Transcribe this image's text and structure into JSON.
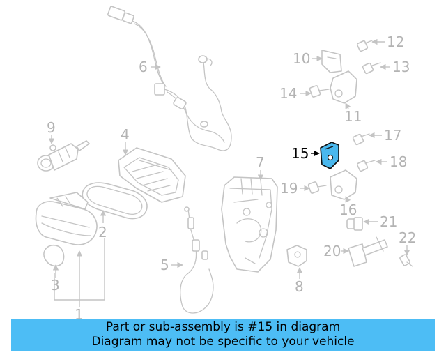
{
  "callouts": {
    "c1": "1",
    "c2": "2",
    "c3": "3",
    "c4": "4",
    "c5": "5",
    "c6": "6",
    "c7": "7",
    "c8": "8",
    "c9": "9",
    "c10": "10",
    "c11": "11",
    "c12": "12",
    "c13": "13",
    "c14": "14",
    "c15": "15",
    "c16": "16",
    "c17": "17",
    "c18": "18",
    "c19": "19",
    "c20": "20",
    "c21": "21",
    "c22": "22"
  },
  "highlighted_part": "15",
  "banner": {
    "line1": "Part or sub-assembly is #15 in diagram",
    "line2": "Diagram may not be specific to your vehicle"
  },
  "colors": {
    "highlight_fill": "#4ab8ee",
    "banner_background": "#4dbdf5",
    "line_art": "#c4c4c4"
  }
}
